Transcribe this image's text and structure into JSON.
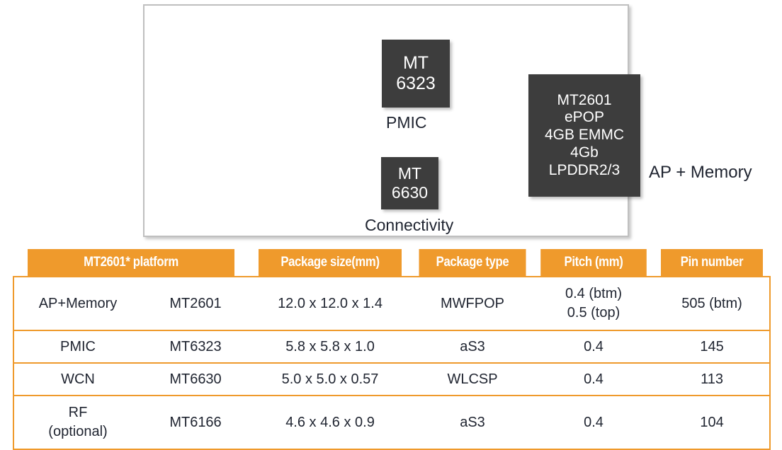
{
  "diagram": {
    "panel_name": "block-diagram",
    "chips": [
      {
        "id": "pmic",
        "line1": "MT",
        "line2": "6323",
        "caption": "PMIC"
      },
      {
        "id": "wcn",
        "line1": "MT",
        "line2": "6630",
        "caption": "Connectivity"
      },
      {
        "id": "ap",
        "lines": [
          "MT2601",
          "ePOP",
          "4GB EMMC",
          "4Gb",
          "LPDDR2/3"
        ],
        "caption": "AP + Memory"
      }
    ],
    "chip_color": "#3D3D3D",
    "panel_border_color": "#BFBFBF"
  },
  "table": {
    "accent_color": "#EF9A2C",
    "header_text_color": "#FFFFFF",
    "headers": [
      "MT2601* platform",
      "",
      "Package size(mm)",
      "Package type",
      "Pitch (mm)",
      "Pin number"
    ],
    "rows": [
      {
        "function": "AP+Memory",
        "part": "MT2601",
        "package_size": "12.0 x 12.0 x 1.4",
        "package_type": "MWFPOP",
        "pitch_line1": "0.4 (btm)",
        "pitch_line2": "0.5 (top)",
        "pin_number": "505 (btm)"
      },
      {
        "function": "PMIC",
        "part": "MT6323",
        "package_size": "5.8 x 5.8 x 1.0",
        "package_type": "aS3",
        "pitch": "0.4",
        "pin_number": "145"
      },
      {
        "function": "WCN",
        "part": "MT6630",
        "package_size": "5.0 x 5.0 x 0.57",
        "package_type": "WLCSP",
        "pitch": "0.4",
        "pin_number": "113"
      },
      {
        "function_line1": "RF",
        "function_line2": "(optional)",
        "part": "MT6166",
        "package_size": "4.6 x 4.6 x 0.9",
        "package_type": "aS3",
        "pitch": "0.4",
        "pin_number": "104"
      }
    ]
  }
}
